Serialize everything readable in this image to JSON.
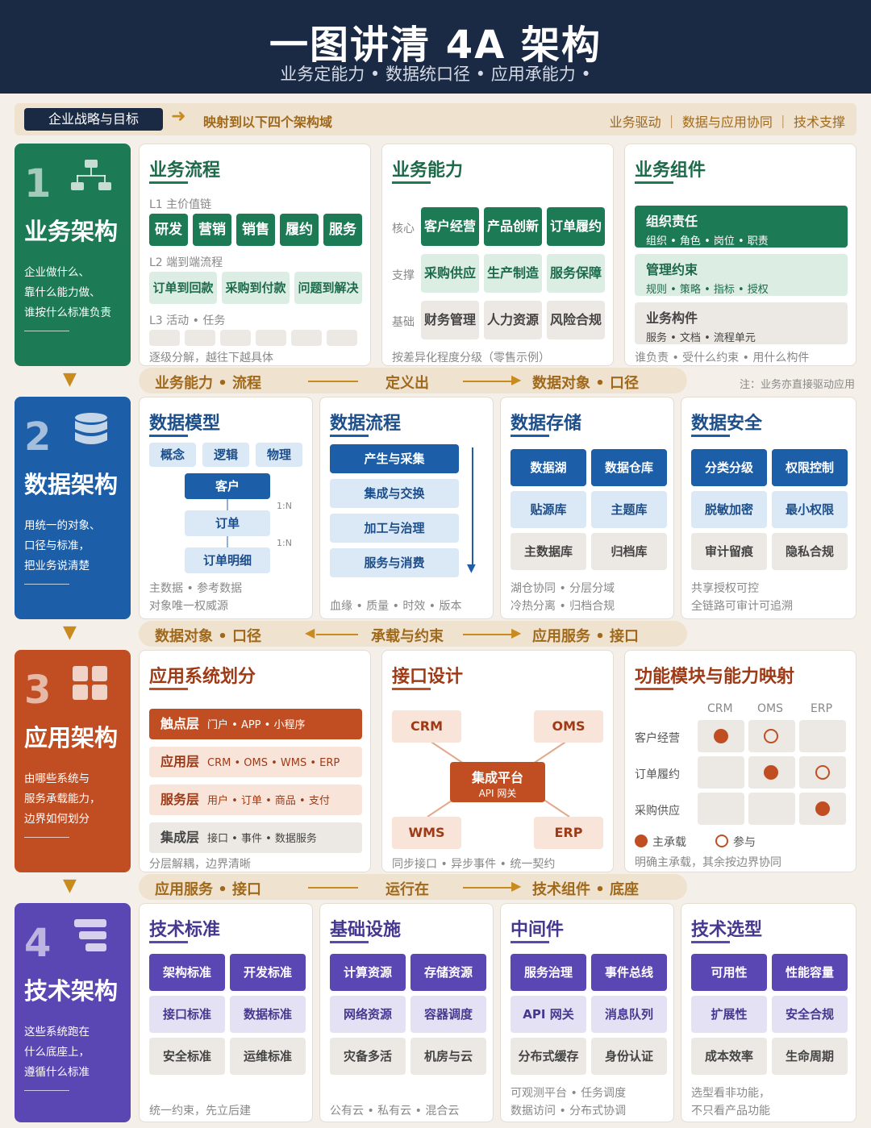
{
  "header": {
    "title": "一图讲清 4A 架构",
    "subtitle": "业务定能力 • 数据统口径 • 应用承能力 •"
  },
  "topbar": {
    "strategy": "企业战略与目标",
    "arrow": "➜",
    "mapping": "映射到以下四个架构域",
    "right": "业务驱动 ｜ 数据与应用协同 ｜ 技术支撑"
  },
  "s1": {
    "num": "1",
    "name": "业务架构",
    "desc": "企业做什么、\n靠什么能力做、\n谁按什么标准负责"
  },
  "s2": {
    "num": "2",
    "name": "数据架构",
    "desc": "用统一的对象、\n口径与标准，\n把业务说清楚"
  },
  "s3": {
    "num": "3",
    "name": "应用架构",
    "desc": "由哪些系统与\n服务承载能力，\n边界如何划分"
  },
  "s4": {
    "num": "4",
    "name": "技术架构",
    "desc": "这些系统跑在\n什么底座上，\n遵循什么标准"
  },
  "c11": {
    "title": "业务流程",
    "l1": "L1 主价值链",
    "l1_items": [
      "研发",
      "营销",
      "销售",
      "履约",
      "服务"
    ],
    "l2": "L2 端到端流程",
    "l2_items": [
      "订单到回款",
      "采购到付款",
      "问题到解决"
    ],
    "l3": "L3 活动 • 任务",
    "foot": "逐级分解，越往下越具体"
  },
  "c12": {
    "title": "业务能力",
    "rows": [
      {
        "label": "核心",
        "items": [
          "客户经营",
          "产品创新",
          "订单履约"
        ]
      },
      {
        "label": "支撑",
        "items": [
          "采购供应",
          "生产制造",
          "服务保障"
        ]
      },
      {
        "label": "基础",
        "items": [
          "财务管理",
          "人力资源",
          "风险合规"
        ]
      }
    ],
    "foot": "按差异化程度分级（零售示例）"
  },
  "c13": {
    "title": "业务组件",
    "items": [
      {
        "name": "组织责任",
        "sub": "组织 • 角色 • 岗位 • 职责"
      },
      {
        "name": "管理约束",
        "sub": "规则 • 策略 • 指标 • 授权"
      },
      {
        "name": "业务构件",
        "sub": "服务 • 文档 • 流程单元"
      }
    ],
    "foot": "谁负责 • 受什么约束 • 用什么构件"
  },
  "band1": {
    "left": "业务能力 • 流程",
    "mid": "定义出",
    "right": "数据对象 • 口径",
    "note": "注：业务亦直接驱动应用"
  },
  "c21": {
    "title": "数据模型",
    "tabs": [
      "概念",
      "逻辑",
      "物理"
    ],
    "chain": [
      "客户",
      "订单",
      "订单明细"
    ],
    "rel": "1:N",
    "foot1": "主数据 • 参考数据",
    "foot2": "对象唯一权威源"
  },
  "c22": {
    "title": "数据流程",
    "steps": [
      "产生与采集",
      "集成与交换",
      "加工与治理",
      "服务与消费"
    ],
    "foot": "血缘 • 质量 • 时效 • 版本"
  },
  "c23": {
    "title": "数据存储",
    "items": [
      "数据湖",
      "数据仓库",
      "贴源库",
      "主题库",
      "主数据库",
      "归档库"
    ],
    "foot1": "湖仓协同 • 分层分域",
    "foot2": "冷热分离 • 归档合规"
  },
  "c24": {
    "title": "数据安全",
    "items": [
      "分类分级",
      "权限控制",
      "脱敏加密",
      "最小权限",
      "审计留痕",
      "隐私合规"
    ],
    "foot1": "共享授权可控",
    "foot2": "全链路可审计可追溯"
  },
  "band2": {
    "left": "数据对象 • 口径",
    "mid": "承载与约束",
    "right": "应用服务 • 接口"
  },
  "c31": {
    "title": "应用系统划分",
    "layers": [
      {
        "name": "触点层",
        "sub": "门户 • APP • 小程序"
      },
      {
        "name": "应用层",
        "sub": "CRM • OMS • WMS • ERP"
      },
      {
        "name": "服务层",
        "sub": "用户 • 订单 • 商品 • 支付"
      },
      {
        "name": "集成层",
        "sub": "接口 • 事件 • 数据服务"
      }
    ],
    "foot": "分层解耦，边界清晰"
  },
  "c32": {
    "title": "接口设计",
    "nodes": [
      "CRM",
      "OMS",
      "WMS",
      "ERP"
    ],
    "hub": "集成平台",
    "hub_sub": "API 网关",
    "foot": "同步接口 • 异步事件 • 统一契约"
  },
  "c33": {
    "title": "功能模块与能力映射",
    "cols": [
      "CRM",
      "OMS",
      "ERP"
    ],
    "rows": [
      "客户经营",
      "订单履约",
      "采购供应"
    ],
    "legend_main": "主承载",
    "legend_part": "参与",
    "foot": "明确主承载，其余按边界协同"
  },
  "band3": {
    "left": "应用服务 • 接口",
    "mid": "运行在",
    "right": "技术组件 • 底座"
  },
  "c41": {
    "title": "技术标准",
    "items": [
      "架构标准",
      "开发标准",
      "接口标准",
      "数据标准",
      "安全标准",
      "运维标准"
    ],
    "foot": "统一约束，先立后建"
  },
  "c42": {
    "title": "基础设施",
    "items": [
      "计算资源",
      "存储资源",
      "网络资源",
      "容器调度",
      "灾备多活",
      "机房与云"
    ],
    "foot": "公有云 • 私有云 • 混合云"
  },
  "c43": {
    "title": "中间件",
    "items": [
      "服务治理",
      "事件总线",
      "API 网关",
      "消息队列",
      "分布式缓存",
      "身份认证"
    ],
    "foot1": "可观测平台 • 任务调度",
    "foot2": "数据访问 • 分布式协调"
  },
  "c44": {
    "title": "技术选型",
    "items": [
      "可用性",
      "性能容量",
      "扩展性",
      "安全合规",
      "成本效率",
      "生命周期"
    ],
    "foot1": "选型看非功能，",
    "foot2": "不只看产品功能"
  },
  "colors": {
    "navy": "#1b2a44",
    "green": "#1c7a55",
    "blue": "#1c5ea8",
    "orange": "#c14e22",
    "purple": "#5a47b3",
    "gold": "#c98a1e"
  }
}
